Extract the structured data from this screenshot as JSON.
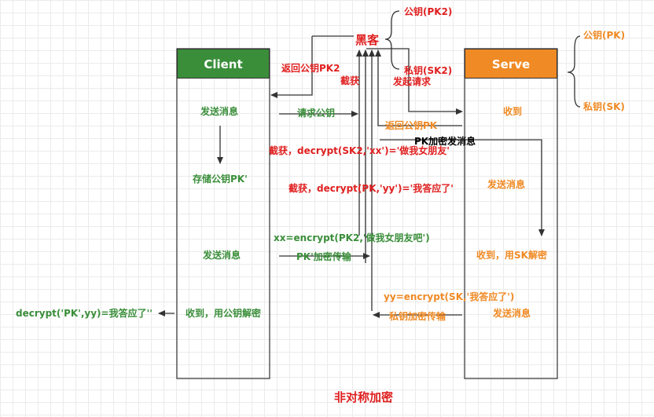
{
  "client": {
    "title": "Client",
    "fill": "#3a8e3a"
  },
  "serve": {
    "title": "Serve",
    "fill": "#f08a24"
  },
  "hacker": {
    "title": "黑客",
    "pk2": "公钥(PK2)",
    "sk2": "私钥(SK2)"
  },
  "serve_keys": {
    "pk": "公钥(PK)",
    "sk": "私钥(SK)"
  },
  "client_steps": {
    "send1": "发送消息",
    "store": "存储公钥PK'",
    "send2": "发送消息",
    "recv": "收到，用公钥解密"
  },
  "serve_steps": {
    "recv1": "收到",
    "send1": "发送消息",
    "recv2": "收到，用SK解密",
    "send2": "发送消息"
  },
  "arrows": {
    "request_pk": "请求公钥",
    "return_pk2": "返回公钥PK2",
    "intercept": "截获",
    "initiate_request": "发起请求",
    "return_pk": "返回公钥PK",
    "pk_encrypt_send": "PK加密发消息",
    "pk_transfer": "PK'加密传输",
    "sk_transfer": "私钥加密传输"
  },
  "notes": {
    "intercept1": "截获，decrypt(SK2,'xx')='做我女朋友'",
    "intercept2": "截获，decrypt(PK,'yy')='我答应了'",
    "encrypt_xx": "xx=encrypt(PK2,'做我女朋友吧')",
    "encrypt_yy": "yy=encrypt(SK,'我答应了')",
    "decrypt_result": "decrypt('PK',yy)=我答应了''"
  },
  "footer": {
    "title": "非对称加密"
  },
  "colors": {
    "green": "#3a8e3a",
    "orange": "#f08a24",
    "red": "#e02020"
  }
}
